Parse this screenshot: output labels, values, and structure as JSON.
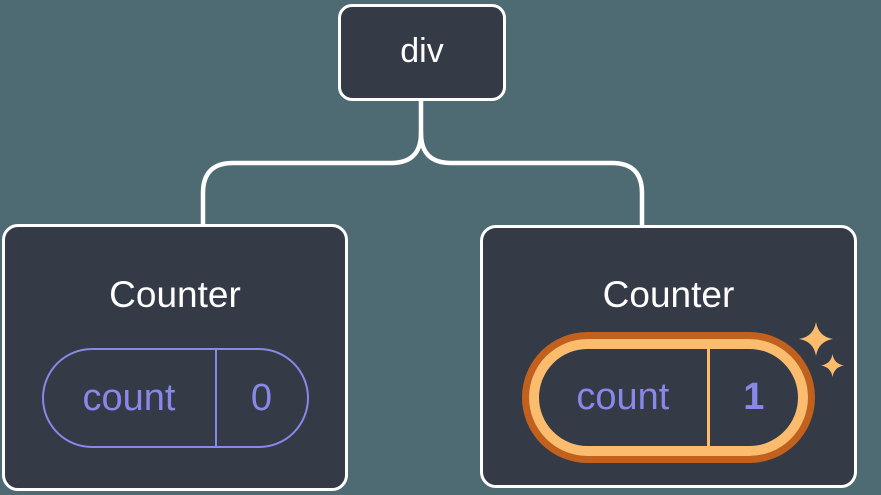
{
  "tree": {
    "root": {
      "label": "div"
    },
    "children": [
      {
        "title": "Counter",
        "state_key": "count",
        "state_value": "0",
        "highlighted": false
      },
      {
        "title": "Counter",
        "state_key": "count",
        "state_value": "1",
        "highlighted": true
      }
    ]
  },
  "icons": {
    "sparkle_large": "sparkle-icon",
    "sparkle_small": "sparkle-icon"
  },
  "colors": {
    "background": "#4e6a72",
    "card_background": "#343a46",
    "border_white": "#ffffff",
    "state_purple": "#8888e8",
    "highlight_orange": "#fbbd6d",
    "highlight_orange_deep": "#c2611d",
    "text_white": "#ffffff",
    "connector": "#ffffff"
  }
}
